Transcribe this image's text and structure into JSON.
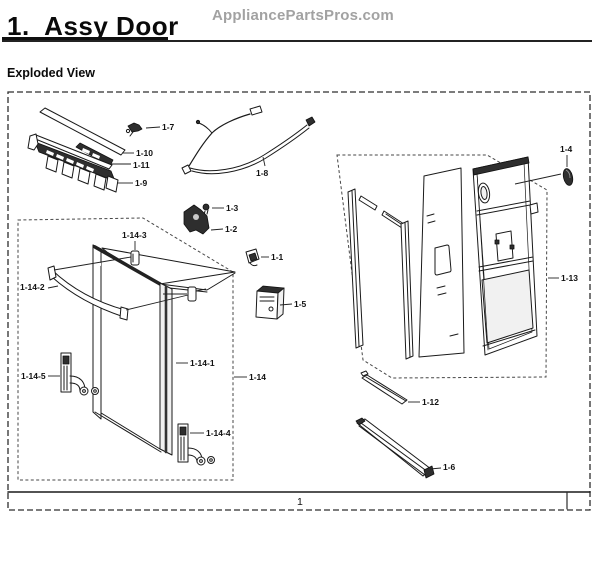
{
  "header": {
    "title": "1.  Assy Door",
    "watermark": "AppliancePartsPros.com",
    "section_label": "Exploded View"
  },
  "footer": {
    "page_number": "1"
  },
  "diagram": {
    "labels": {
      "p1_7": "1-7",
      "p1_10": "1-10",
      "p1_11": "1-11",
      "p1_9": "1-9",
      "p1_8": "1-8",
      "p1_3": "1-3",
      "p1_2": "1-2",
      "p1_1": "1-1",
      "p1_5": "1-5",
      "p1_4": "1-4",
      "p1_13": "1-13",
      "p1_12": "1-12",
      "p1_6": "1-6",
      "p1_14": "1-14",
      "p1_14_1": "1-14-1",
      "p1_14_2": "1-14-2",
      "p1_14_3": "1-14-3",
      "p1_14_4": "1-14-4",
      "p1_14_5": "1-14-5"
    },
    "colors": {
      "line": "#1a1a1a",
      "dashed_border": "#2e2e2e",
      "watermark": "#a2a2a2",
      "dark_fill": "#2e2e2e"
    }
  }
}
